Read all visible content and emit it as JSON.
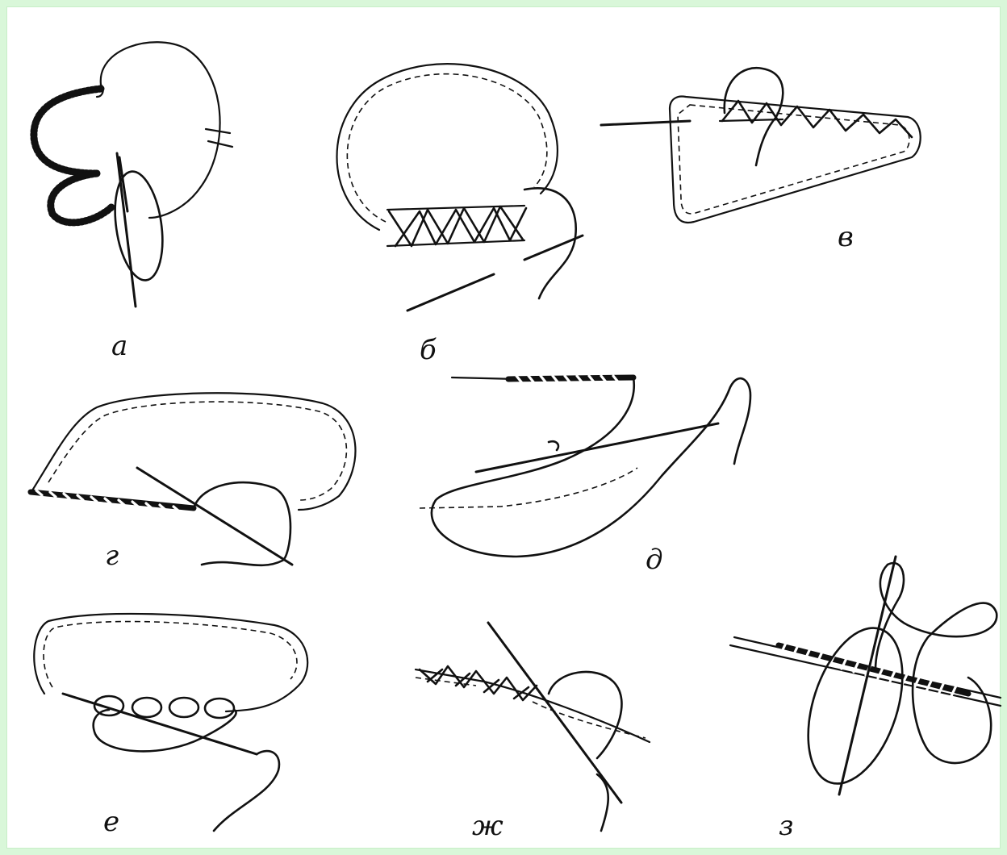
{
  "figure": {
    "background": "#d9f7d9",
    "panels": [
      {
        "id": "a",
        "label": "а"
      },
      {
        "id": "b",
        "label": "б"
      },
      {
        "id": "v",
        "label": "в"
      },
      {
        "id": "g",
        "label": "г"
      },
      {
        "id": "d",
        "label": "д"
      },
      {
        "id": "e",
        "label": "е"
      },
      {
        "id": "zh",
        "label": "ж"
      },
      {
        "id": "z",
        "label": "з"
      }
    ]
  }
}
